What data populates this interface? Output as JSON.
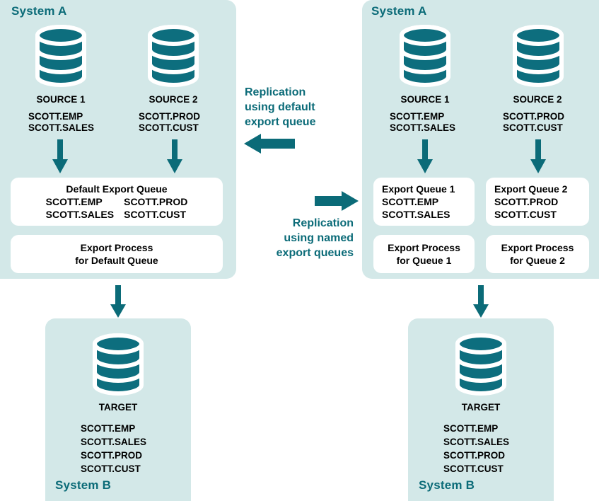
{
  "diagram": {
    "left_scenario": {
      "system_a_title": "System A",
      "system_b_title": "System B",
      "sources": [
        {
          "name": "SOURCE 1",
          "tables": "SCOTT.EMP\nSCOTT.SALES"
        },
        {
          "name": "SOURCE 2",
          "tables": "SCOTT.PROD\nSCOTT.CUST"
        }
      ],
      "queue_box": {
        "title": "Default Export Queue",
        "col_left": "SCOTT.EMP\nSCOTT.SALES",
        "col_right": "SCOTT.PROD\nSCOTT.CUST"
      },
      "process_box": {
        "line1": "Export Process",
        "line2": "for Default Queue"
      },
      "target": {
        "name": "TARGET",
        "tables": "SCOTT.EMP\nSCOTT.SALES\nSCOTT.PROD\nSCOTT.CUST"
      }
    },
    "right_scenario": {
      "system_a_title": "System A",
      "system_b_title": "System B",
      "sources": [
        {
          "name": "SOURCE 1",
          "tables": "SCOTT.EMP\nSCOTT.SALES"
        },
        {
          "name": "SOURCE 2",
          "tables": "SCOTT.PROD\nSCOTT.CUST"
        }
      ],
      "queue_boxes": [
        {
          "title": "Export Queue 1",
          "tables": "SCOTT.EMP\nSCOTT.SALES"
        },
        {
          "title": "Export Queue 2",
          "tables": "SCOTT.PROD\nSCOTT.CUST"
        }
      ],
      "process_boxes": [
        {
          "line1": "Export Process",
          "line2": "for Queue 1"
        },
        {
          "line1": "Export Process",
          "line2": "for Queue 2"
        }
      ],
      "target": {
        "name": "TARGET",
        "tables": "SCOTT.EMP\nSCOTT.SALES\nSCOTT.PROD\nSCOTT.CUST"
      }
    },
    "captions": {
      "default_queue": "Replication\nusing default\nexport queue",
      "named_queues": "Replication\nusing named\nexport queues"
    },
    "colors": {
      "panel_bg": "#d3e8e8",
      "teal": "#0b6b78",
      "db_fill": "#0d6e7e",
      "box_bg": "#ffffff",
      "text": "#000000",
      "page_bg": "#ffffff"
    }
  }
}
